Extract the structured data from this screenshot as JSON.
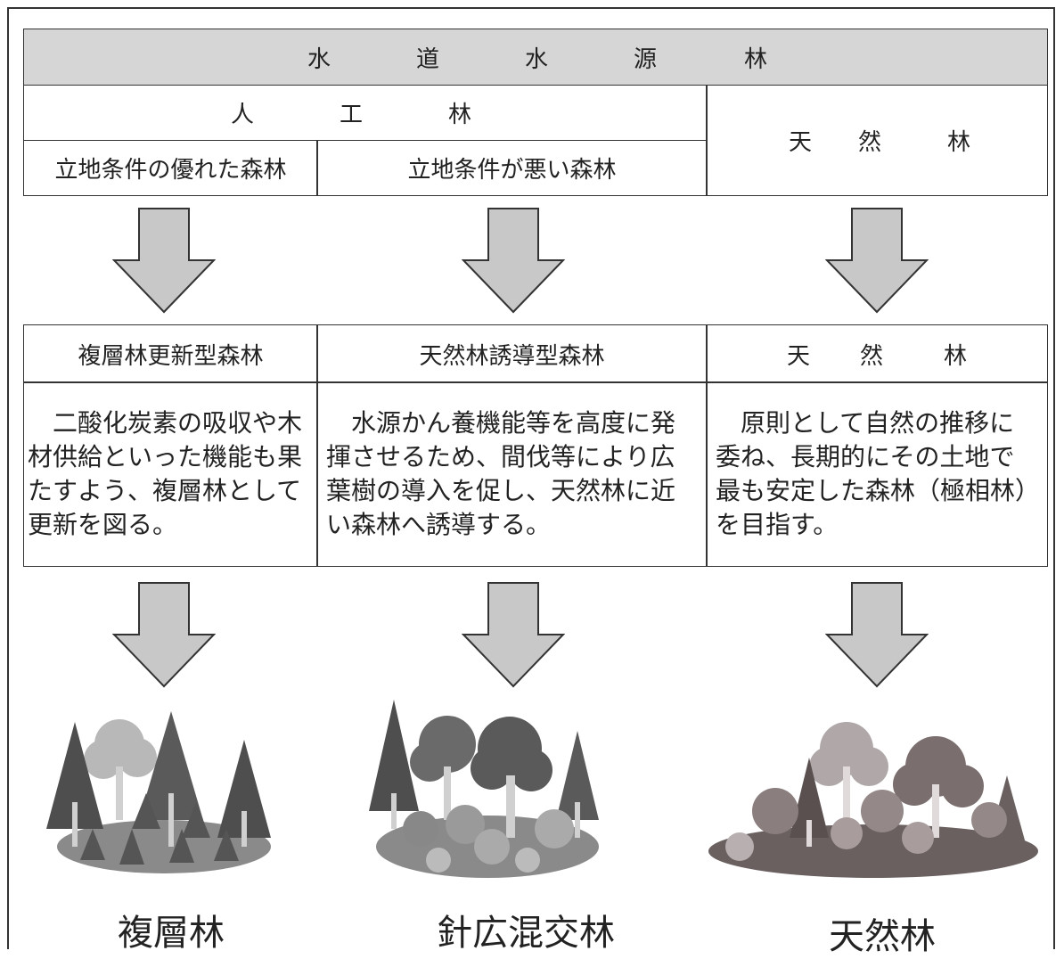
{
  "header": {
    "title_chars": [
      "水",
      "道",
      "水",
      "源",
      "林"
    ],
    "artificial_chars": [
      "人",
      "工",
      "林"
    ],
    "natural_chars": [
      "天",
      "然",
      "林"
    ],
    "good_site": "立地条件の優れた森林",
    "poor_site": "立地条件が悪い森林"
  },
  "types": [
    {
      "name": "複層林更新型森林",
      "description": "　二酸化炭素の吸収や木材供給といった機能も果たすよう、複層林として更新を図る。",
      "result": "複層林"
    },
    {
      "name": "天然林誘導型森林",
      "description": "　水源かん養機能等を高度に発揮させるため、間伐等により広葉樹の導入を促し、天然林に近い森林へ誘導する。",
      "result": "針広混交林"
    },
    {
      "name_chars": [
        "天",
        "然",
        "林"
      ],
      "description": "　原則として自然の推移に委ね、長期的にその土地で最も安定した森林（極相林）を目指す。",
      "result": "天然林"
    }
  ],
  "colors": {
    "header_fill": "#d6d6d6",
    "arrow_fill": "#c8c8c8",
    "border": "#333333"
  }
}
